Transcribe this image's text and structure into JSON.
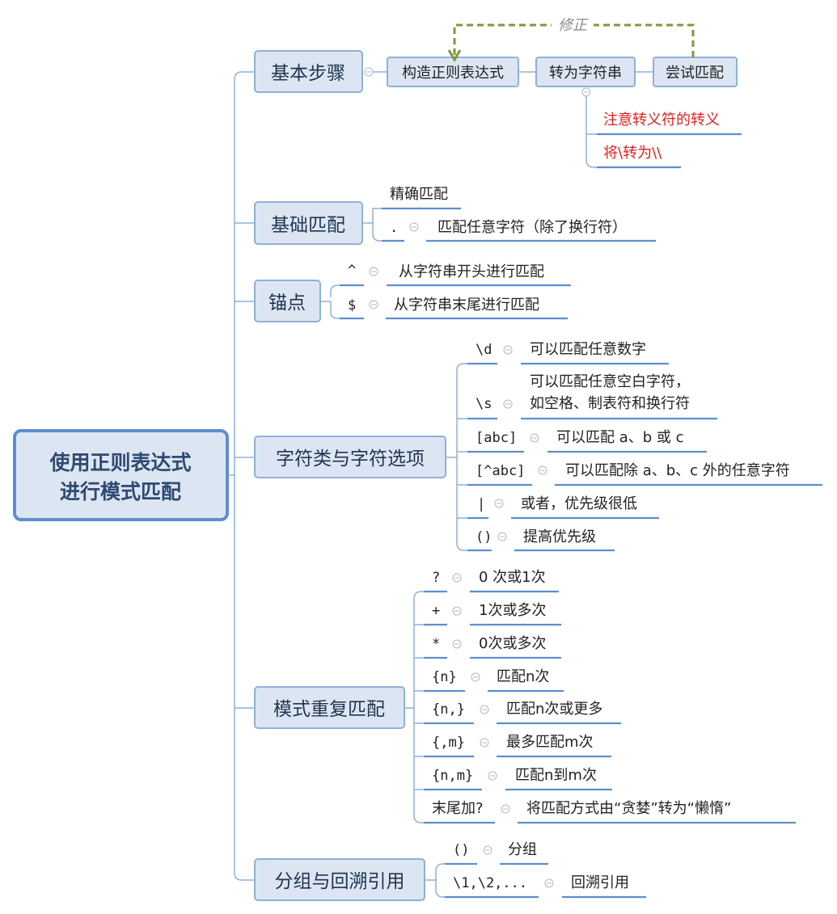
{
  "root": {
    "line1": "使用正则表达式",
    "line2": "进行模式匹配"
  },
  "basic_steps": {
    "title": "基本步骤",
    "steps": [
      "构造正则表达式",
      "转为字符串",
      "尝试匹配"
    ],
    "loop_label": "修正",
    "notes": [
      "注意转义符的转义",
      "将\\转为\\\\"
    ]
  },
  "basic_match": {
    "title": "基础匹配",
    "exact": "精确匹配",
    "dot_symbol": ".",
    "dot_desc": "匹配任意字符（除了换行符）"
  },
  "anchors": {
    "title": "锚点",
    "items": [
      {
        "symbol": "^",
        "desc": "从字符串开头进行匹配"
      },
      {
        "symbol": "$",
        "desc": "从字符串末尾进行匹配"
      }
    ]
  },
  "char_classes": {
    "title": "字符类与字符选项",
    "items": [
      {
        "symbol": "\\d",
        "desc": "可以匹配任意数字"
      },
      {
        "symbol": "\\s",
        "desc_line1": "可以匹配任意空白字符，",
        "desc_line2": "如空格、制表符和换行符"
      },
      {
        "symbol": "[abc]",
        "desc": "可以匹配 a、b 或 c"
      },
      {
        "symbol": "[^abc]",
        "desc": "可以匹配除 a、b、c 外的任意字符"
      },
      {
        "symbol": "|",
        "desc": "或者，优先级很低"
      },
      {
        "symbol": "()",
        "desc": "提高优先级"
      }
    ]
  },
  "repetition": {
    "title": "模式重复匹配",
    "items": [
      {
        "symbol": "?",
        "desc": "0 次或1次"
      },
      {
        "symbol": "+",
        "desc": "1次或多次"
      },
      {
        "symbol": "*",
        "desc": "0次或多次"
      },
      {
        "symbol": "{n}",
        "desc": "匹配n次"
      },
      {
        "symbol": "{n,}",
        "desc": "匹配n次或更多"
      },
      {
        "symbol": "{,m}",
        "desc": "最多匹配m次"
      },
      {
        "symbol": "{n,m}",
        "desc": "匹配n到m次"
      },
      {
        "symbol": "末尾加?",
        "desc": "将匹配方式由“贪婪”转为“懒惰”"
      }
    ]
  },
  "groups": {
    "title": "分组与回溯引用",
    "items": [
      {
        "symbol": "()",
        "desc": "分组"
      },
      {
        "symbol": "\\1,\\2,...",
        "desc": "回溯引用"
      }
    ]
  },
  "colors": {
    "node_fill": "#dce6f2",
    "node_border": "#8fb0d8",
    "root_border": "#5b8fd0",
    "underline": "#5b8fd0",
    "note_red": "#e02020",
    "loop_arrow": "#7a9a3a"
  }
}
